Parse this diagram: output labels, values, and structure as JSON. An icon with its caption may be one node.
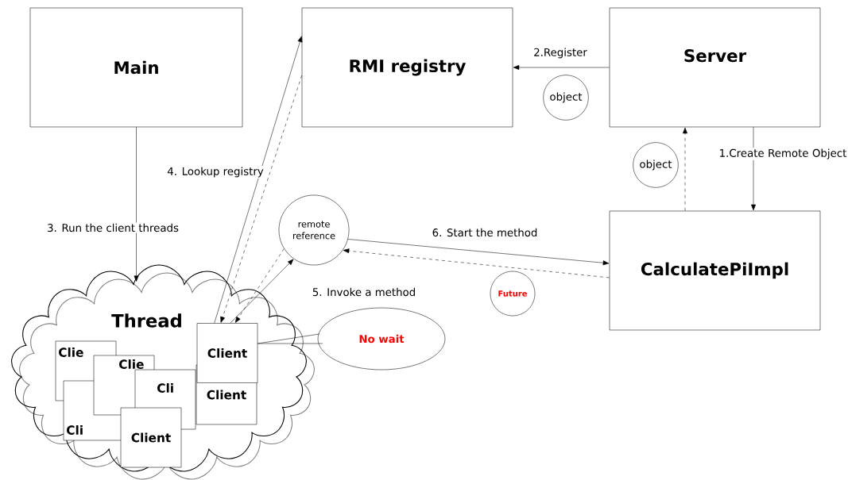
{
  "diagram": {
    "nodes": [
      {
        "text": [
          "Main"
        ]
      },
      {
        "text": [
          "RMI registry"
        ]
      },
      {
        "text": [
          "Server"
        ]
      },
      {
        "text": [
          "CalculatePiImpl"
        ]
      },
      {
        "text": [
          "object"
        ]
      },
      {
        "text": [
          "object"
        ]
      },
      {
        "text": [
          "remote reference"
        ]
      },
      {
        "text": [
          "Future"
        ]
      },
      {
        "text": [
          "Thread"
        ]
      },
      {
        "text": [
          "Clie"
        ],
        "in": 8
      },
      {
        "text": [
          "Cli"
        ],
        "in": 8
      },
      {
        "text": [
          "Clie"
        ],
        "in": 8
      },
      {
        "text": [
          "Cli"
        ],
        "in": 8
      },
      {
        "text": [
          "Client"
        ],
        "in": 8
      },
      {
        "text": [
          "Client"
        ],
        "in": 8
      },
      {
        "text": [
          "Client"
        ],
        "in": 8
      },
      {
        "text": [
          "No wait"
        ]
      }
    ],
    "edges": [
      {
        "from": 2,
        "to": 1,
        "arrow": "to",
        "label": "2.Register"
      },
      {
        "from": 2,
        "to": 3,
        "arrow": "to",
        "label": "1.Create Remote Object"
      },
      {
        "from": 3,
        "to": 2,
        "arrow": "to",
        "style": "dashed"
      },
      {
        "from": 0,
        "to": 8,
        "arrow": "to",
        "label": "3. Run the client threads"
      },
      {
        "from": 15,
        "to": 1,
        "arrow": "to",
        "label": "4. Lookup registry"
      },
      {
        "from": 1,
        "to": 15,
        "arrow": "to",
        "style": "dashed"
      },
      {
        "from": 15,
        "to": 6,
        "arrow": "to",
        "label": "5. Invoke a method"
      },
      {
        "from": 6,
        "to": 15,
        "arrow": "to",
        "style": "dashed"
      },
      {
        "from": 6,
        "to": 3,
        "arrow": "to",
        "label": "6. Start the method"
      },
      {
        "from": 3,
        "to": 6,
        "arrow": "to",
        "style": "dashed"
      },
      {
        "from": 16,
        "to": 15,
        "arrow": "none"
      }
    ]
  }
}
